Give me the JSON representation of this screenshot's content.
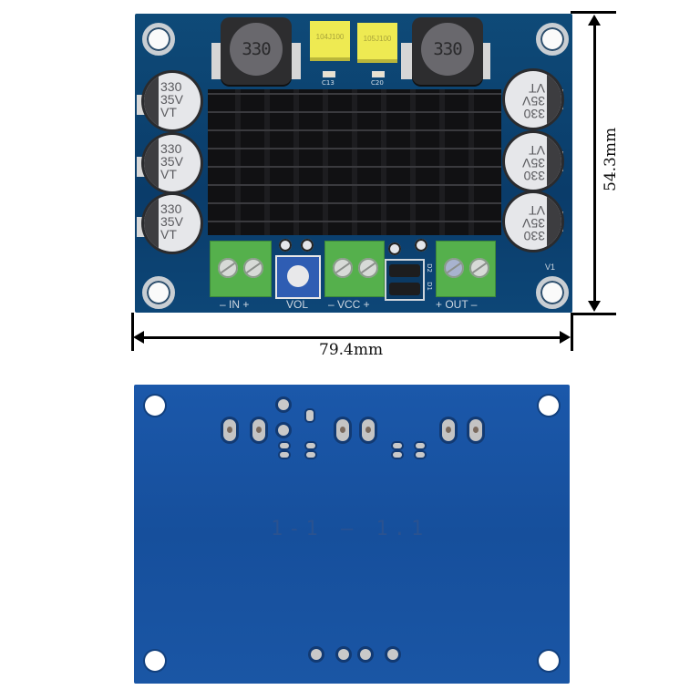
{
  "image": {
    "description": "Product photo of a TPA3116-style mono audio amplifier board, top and bottom views, with dimensions",
    "background": "#ffffff"
  },
  "top_board": {
    "color": "#0c4270",
    "inductors": [
      {
        "id": "L-left",
        "marking": "330"
      },
      {
        "id": "L-right",
        "marking": "330"
      }
    ],
    "film_capacitors": [
      {
        "marking": "104J100",
        "label": "C13"
      },
      {
        "marking": "105J100",
        "label": "C20"
      }
    ],
    "electrolytic_capacitors_left": [
      {
        "line1": "330",
        "line2": "35V",
        "line3": "VT"
      },
      {
        "line1": "330",
        "line2": "35V",
        "line3": "VT"
      },
      {
        "line1": "330",
        "line2": "35V",
        "line3": "VT"
      }
    ],
    "electrolytic_capacitors_right": [
      {
        "line1": "330",
        "line2": "35V",
        "line3": "VT"
      },
      {
        "line1": "330",
        "line2": "35V",
        "line3": "VT"
      },
      {
        "line1": "330",
        "line2": "35V",
        "line3": "VT"
      }
    ],
    "heatsink_color": "#111113",
    "diode_labels": [
      "D2",
      "D1"
    ],
    "corner_label": "V1",
    "silkscreen": {
      "in_label": "–  IN  +",
      "vol_label": "VOL",
      "vcc_label": "–  VCC  +",
      "out_label": "+  OUT  –"
    }
  },
  "dimensions": {
    "width": "79.4mm",
    "height": "54.3mm"
  },
  "bottom_board": {
    "color": "#1852a2",
    "faint_silkscreen": "1-1 — 1.1"
  }
}
